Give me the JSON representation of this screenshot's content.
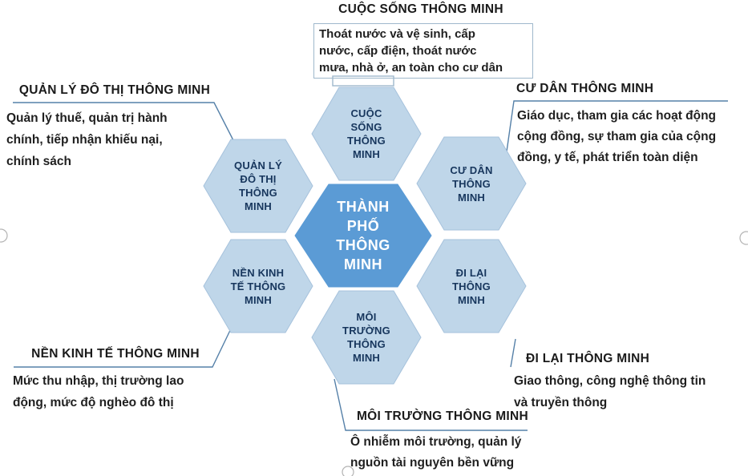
{
  "diagram_title": "THÀNH PHỐ THÔNG MINH",
  "center_hexagon": {
    "label": "THÀNH\nPHỐ\nTHÔNG\nMINH"
  },
  "nodes": [
    {
      "id": "life",
      "position": "top",
      "hex_label": "CUỘC\nSỐNG\nTHÔNG\nMINH",
      "heading": "CUỘC SỐNG THÔNG MINH",
      "description": "Thoát nước và vệ sinh, cấp\nnước, cấp điện, thoát nước\nmưa, nhà ở, an toàn cho cư dân"
    },
    {
      "id": "citizens",
      "position": "top-right",
      "hex_label": "CƯ DÂN\nTHÔNG\nMINH",
      "heading": "CƯ DÂN THÔNG MINH",
      "description": "Giáo dục, tham gia các hoạt động\ncộng đồng, sự tham gia của cộng\nđồng, y tế, phát triển toàn diện"
    },
    {
      "id": "mobility",
      "position": "bottom-right",
      "hex_label": "ĐI LẠI\nTHÔNG\nMINH",
      "heading": "ĐI LẠI THÔNG MINH",
      "description": "Giao thông, công nghệ thông tin\nvà truyền thông"
    },
    {
      "id": "environment",
      "position": "bottom",
      "hex_label": "MÔI\nTRƯỜNG\nTHÔNG\nMINH",
      "heading": "MÔI TRƯỜNG THÔNG MINH",
      "description": "Ô nhiễm môi trường, quản lý\nnguồn tài nguyên bền vững"
    },
    {
      "id": "economy",
      "position": "bottom-left",
      "hex_label": "NỀN KINH\nTẾ THÔNG\nMINH",
      "heading": "NỀN KINH TẾ THÔNG MINH",
      "description": "Mức thu nhập, thị trường lao\nđộng, mức độ nghèo đô thị"
    },
    {
      "id": "governance",
      "position": "top-left",
      "hex_label": "QUẢN LÝ\nĐÔ THỊ\nTHÔNG\nMINH",
      "heading": "QUẢN LÝ ĐÔ THỊ THÔNG MINH",
      "description": "Quản lý thuế, quản trị hành\nchính, tiếp nhận khiếu nại,\nchính sách"
    }
  ],
  "colors": {
    "hexagon_light": "#BFD6E9",
    "hexagon_center": "#5B9BD5",
    "hexagon_label": "#17365D",
    "center_label": "#FFFFFF",
    "leader_line": "#5580A8",
    "box_border": "#9FB8CC",
    "text": "#1A1A1A"
  }
}
